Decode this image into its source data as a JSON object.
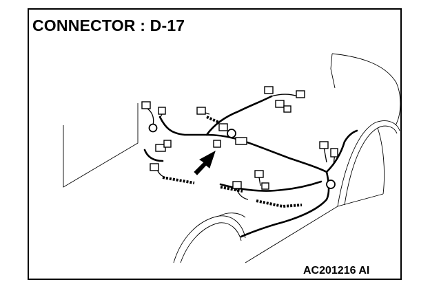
{
  "header": {
    "title": "CONNECTOR : D-17"
  },
  "footer": {
    "figure_code": "AC201216 AI"
  },
  "indicators": {
    "arrow": "arrow-pointing-at-connector"
  }
}
